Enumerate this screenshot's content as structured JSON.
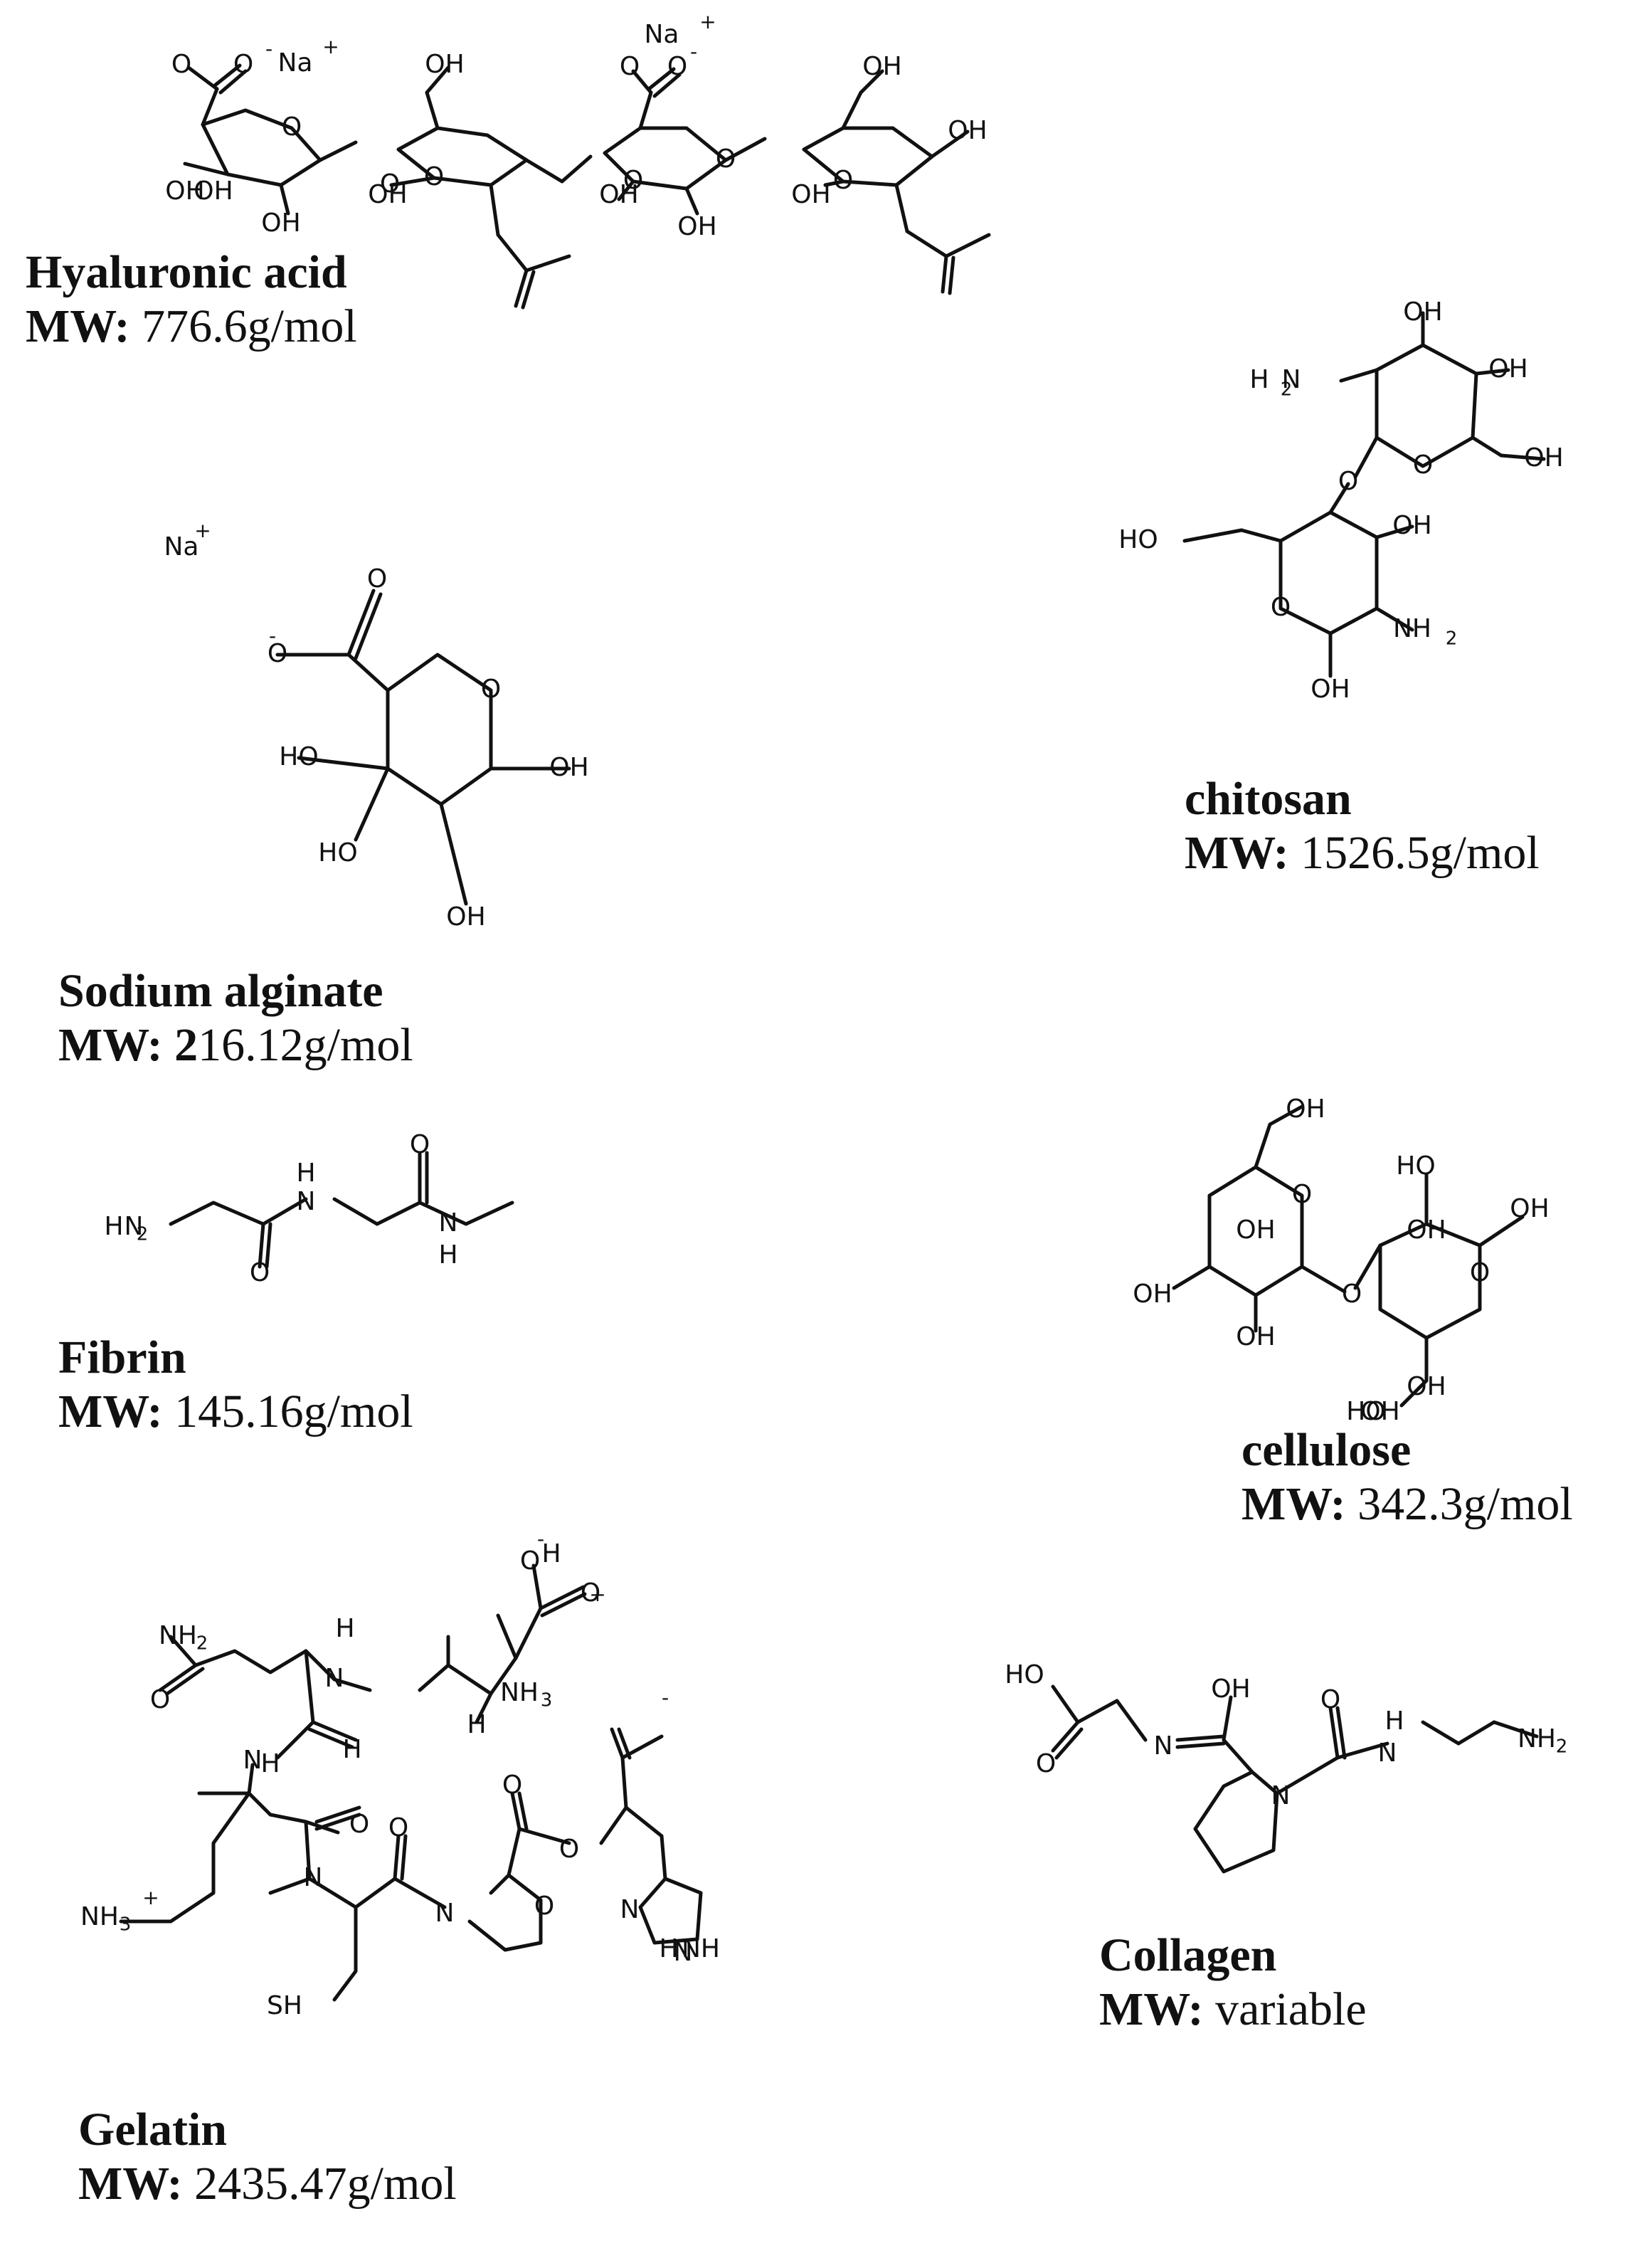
{
  "figure": {
    "molecules": [
      {
        "id": "hyaluronic-acid",
        "name": "Hyaluronic acid",
        "mw_label": "MW:",
        "mw_value": "776.6g/mol",
        "atom_labels": [
          "O",
          "O",
          "O",
          "O",
          "O",
          "O",
          "O",
          "O",
          "O",
          "O",
          "OH",
          "OH",
          "OH",
          "OH",
          "OH",
          "OH",
          "OH",
          "OH",
          "OH",
          "OH",
          "Na",
          "Na"
        ],
        "charge_labels": [
          "-",
          "-",
          "+",
          "+"
        ]
      },
      {
        "id": "chitosan",
        "name": "chitosan",
        "mw_label": "MW:",
        "mw_value": "1526.5g/mol",
        "atom_labels": [
          "O",
          "O",
          "O",
          "OH",
          "OH",
          "OH",
          "OH",
          "OH",
          "HO",
          "H",
          "N",
          "NH",
          "2",
          "2"
        ]
      },
      {
        "id": "sodium-alginate",
        "name": "Sodium alginate",
        "mw_label": "MW:",
        "mw_value_bold": "2",
        "mw_value": "16.12g/mol",
        "atom_labels": [
          "Na",
          "O",
          "O",
          "O",
          "OH",
          "HO",
          "HO",
          "OH"
        ],
        "charge_labels": [
          "+",
          "-"
        ]
      },
      {
        "id": "fibrin",
        "name": "Fibrin",
        "mw_label": "MW:",
        "mw_value": "145.16g/mol",
        "atom_labels": [
          "H",
          "N",
          "2",
          "N",
          "H",
          "O",
          "O",
          "N",
          "H"
        ]
      },
      {
        "id": "cellulose",
        "name": "cellulose",
        "mw_label": "MW:",
        "mw_value": "342.3g/mol",
        "atom_labels": [
          "OH",
          "O",
          "OH",
          "OH",
          "OH",
          "HO",
          "OH",
          "O",
          "O",
          "OH",
          "OH",
          "OH",
          "HO"
        ]
      },
      {
        "id": "gelatin",
        "name": "Gelatin",
        "mw_label": "MW:",
        "mw_value": "2435.47g/mol",
        "atom_labels": [
          "O",
          "H",
          "O",
          "NH",
          "2",
          "O",
          "H",
          "N",
          "NH",
          "3",
          "H",
          "H",
          "H",
          "N",
          "O",
          "O",
          "O",
          "NH",
          "3",
          "N",
          "O",
          "N",
          "N",
          "H",
          "N",
          "NH",
          "O",
          "SH"
        ],
        "charge_labels": [
          "-",
          "+",
          "+",
          "-"
        ]
      },
      {
        "id": "collagen",
        "name": "Collagen",
        "mw_label": "MW:",
        "mw_value": "variable",
        "atom_labels": [
          "HO",
          "O",
          "N",
          "OH",
          "O",
          "H",
          "N",
          "NH",
          "2",
          "N"
        ]
      }
    ]
  }
}
